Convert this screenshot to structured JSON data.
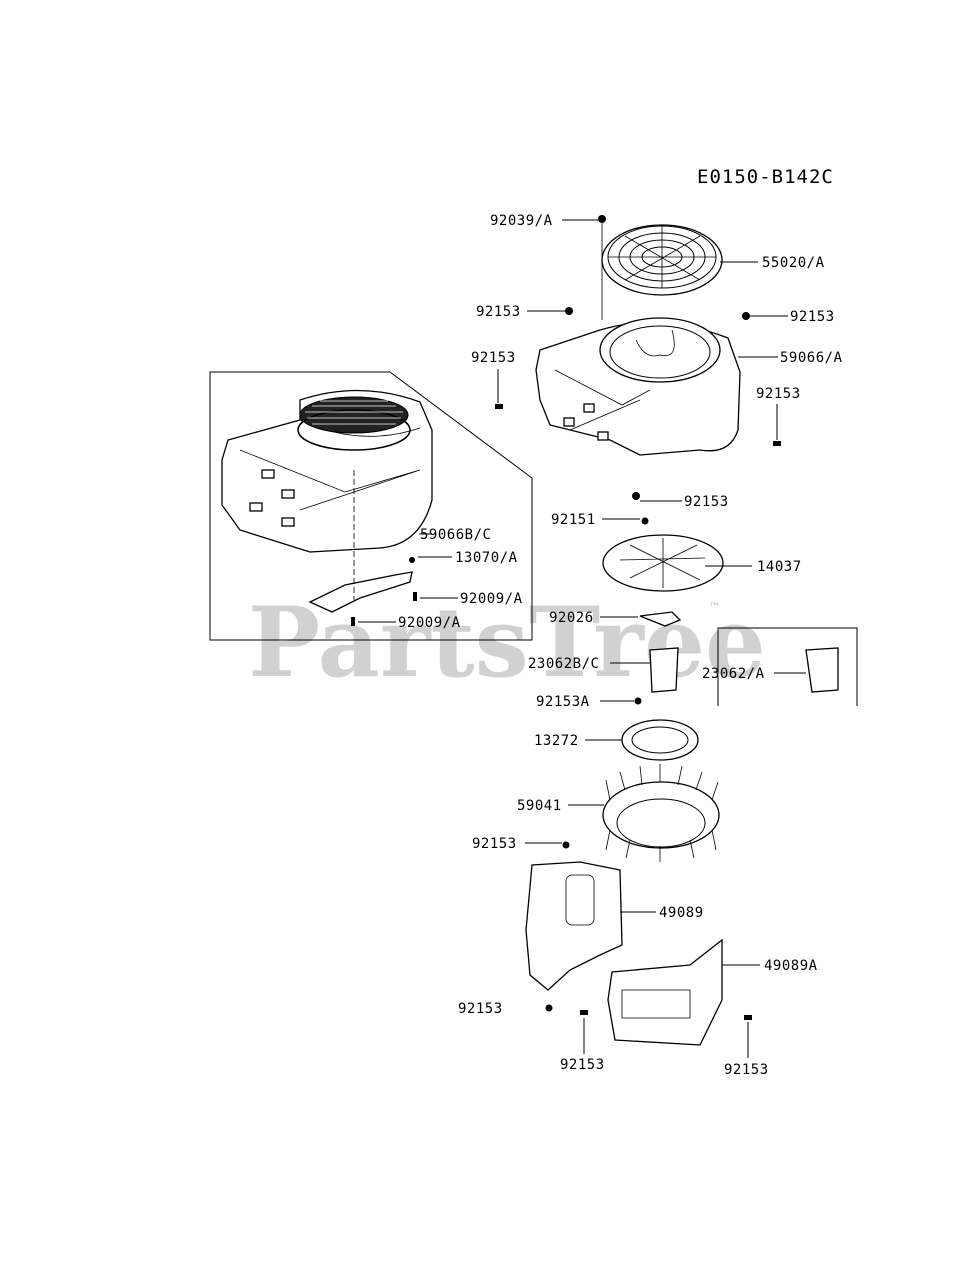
{
  "diagram_id": "E0150-B142C",
  "watermark": "PartsTree",
  "watermark_mark": "™",
  "labels": {
    "p92039A": "92039/A",
    "p55020A": "55020/A",
    "p92153_tl": "92153",
    "p92153_tr": "92153",
    "p59066A": "59066/A",
    "p92153_l2": "92153",
    "p92153_r2": "92153",
    "p92153_b1": "92153",
    "p92151": "92151",
    "p14037": "14037",
    "p59066BC": "59066B/C",
    "p13070A": "13070/A",
    "p92009A_1": "92009/A",
    "p92009A_2": "92009/A",
    "p92026": "92026",
    "p23062BC": "23062B/C",
    "p23062A": "23062/A",
    "p92153A": "92153A",
    "p13272": "13272",
    "p59041": "59041",
    "p92153_c": "92153",
    "p49089": "49089",
    "p49089A": "49089A",
    "p92153_d": "92153",
    "p92153_e": "92153",
    "p92153_f": "92153"
  }
}
